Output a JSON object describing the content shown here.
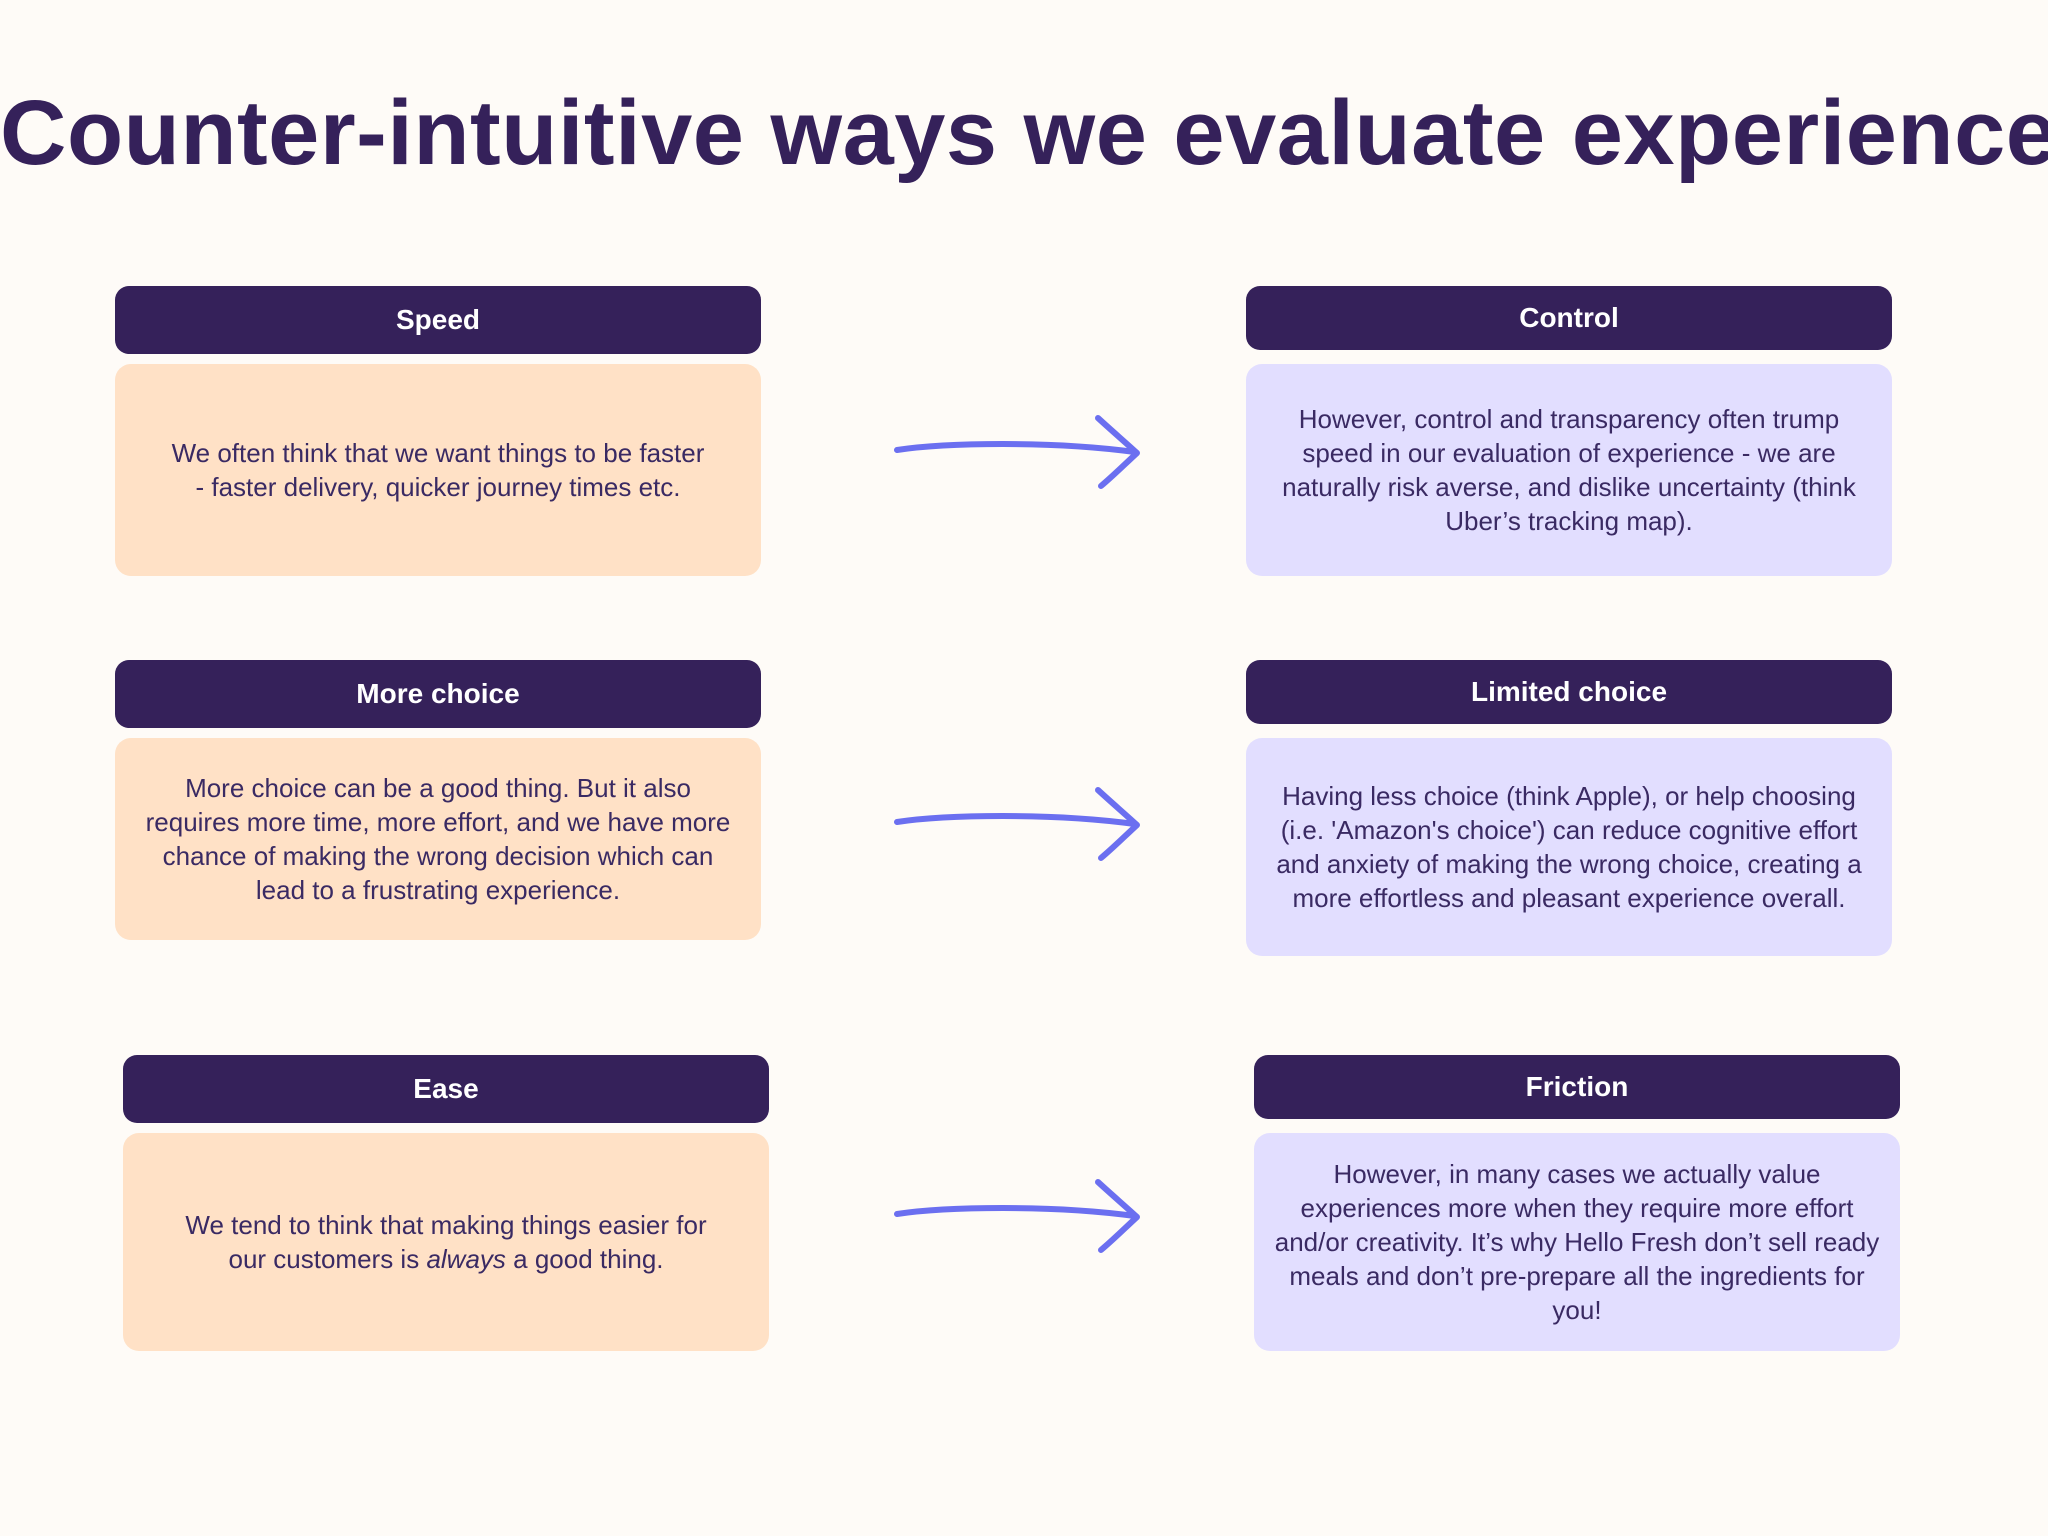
{
  "title": "Counter-intuitive ways we evaluate experience",
  "colors": {
    "background": "#fefbf7",
    "header": "#35215a",
    "left_card": "#ffe1c6",
    "right_card": "#e2deff",
    "arrow": "#6b6ff0"
  },
  "rows": [
    {
      "left": {
        "heading": "Speed",
        "body_pre": "We often think that we want things to be faster - faster delivery, quicker journey times etc.",
        "body_em": "",
        "body_post": ""
      },
      "right": {
        "heading": "Control",
        "body": "However, control and transparency often trump speed in our evaluation of experience - we are naturally risk averse, and dislike uncertainty (think Uber’s tracking map)."
      }
    },
    {
      "left": {
        "heading": "More choice",
        "body_pre": "More choice can be a good thing. But it also requires more time, more effort, and we have more chance of making the wrong decision which can lead to a frustrating experience.",
        "body_em": "",
        "body_post": ""
      },
      "right": {
        "heading": "Limited choice",
        "body": "Having less choice (think Apple), or help choosing (i.e. 'Amazon's choice') can reduce cognitive effort and anxiety of making the wrong choice, creating a more effortless and pleasant experience overall."
      }
    },
    {
      "left": {
        "heading": "Ease",
        "body_pre": "We tend to think that making things easier for our customers is ",
        "body_em": "always",
        "body_post": " a good thing."
      },
      "right": {
        "heading": "Friction",
        "body": "However, in many cases we actually value experiences more when they require more effort and/or creativity. It’s why Hello Fresh don’t sell ready meals and don’t pre-prepare all the ingredients for you!"
      }
    }
  ]
}
